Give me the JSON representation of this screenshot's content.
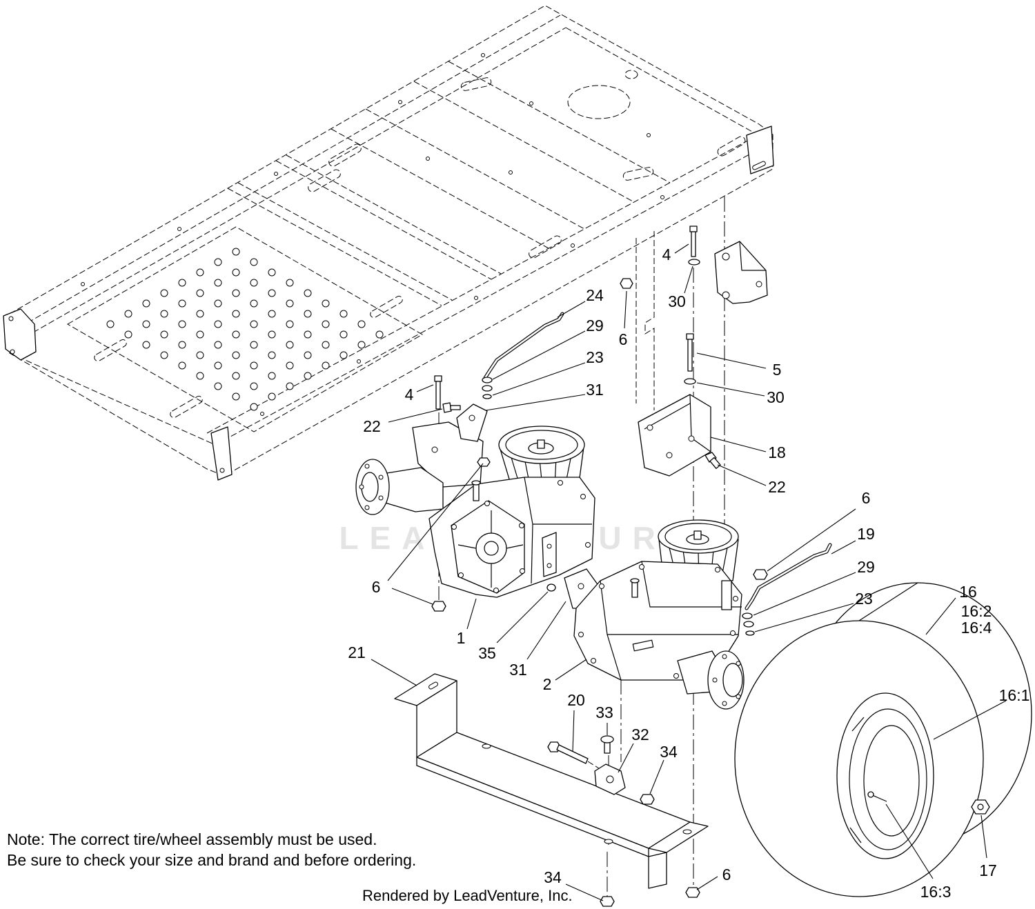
{
  "diagram": {
    "callouts": [
      "24",
      "29",
      "23",
      "31",
      "4",
      "22",
      "4",
      "30",
      "6",
      "5",
      "30",
      "18",
      "22",
      "6",
      "19",
      "29",
      "23",
      "16",
      "16:2",
      "16:4",
      "16:1",
      "17",
      "16:3",
      "6",
      "34",
      "6",
      "1",
      "35",
      "31",
      "2",
      "21",
      "20",
      "33",
      "32",
      "34"
    ],
    "note_line_1": "Note: The correct tire/wheel assembly must be used.",
    "note_line_2": "Be sure to check your size and brand and before ordering.",
    "credit": "Rendered by LeadVenture, Inc.",
    "watermark": "LEADVENTURE"
  },
  "colors": {
    "line": "#000000",
    "background": "#ffffff",
    "watermark": "#e4e4e4"
  }
}
